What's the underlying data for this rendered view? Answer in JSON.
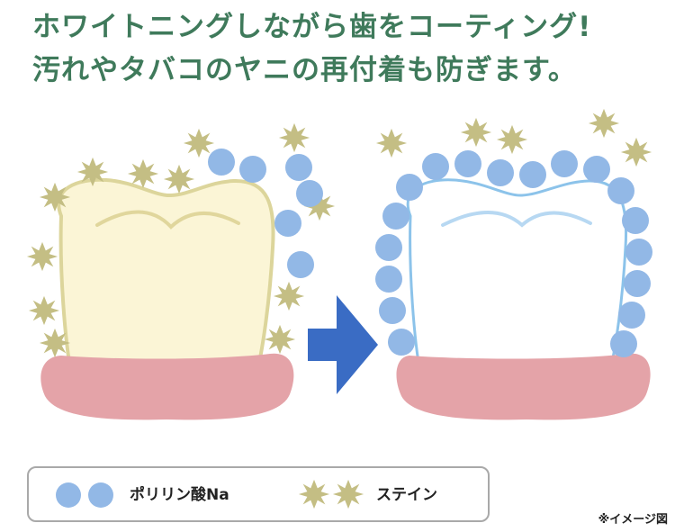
{
  "headline": {
    "line1": "ホワイトニングしながら歯をコーティング!",
    "line2": "汚れやタバコのヤニの再付着も防ぎます。"
  },
  "legend": {
    "particle_label": "ポリリン酸Na",
    "stain_label": "ステイン"
  },
  "note": "※イメージ図",
  "colors": {
    "headline": "#3f7a5b",
    "particle": "#92b8e6",
    "stain": "#c4be84",
    "gum": "#e4a3a8",
    "stained_tooth": "#fbf5d6",
    "stained_outline": "#dcd59b",
    "coated_outline": "#8cc3ea",
    "arrow": "#3a6cc4"
  },
  "icons": [
    "stain-star-icon",
    "particle-dot-icon",
    "right-arrow-icon"
  ]
}
